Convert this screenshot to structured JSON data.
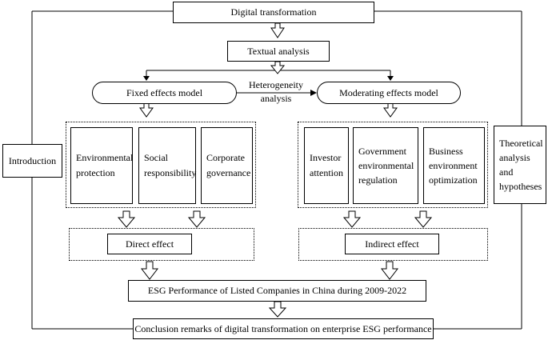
{
  "nodes": {
    "digital_transformation": "Digital transformation",
    "textual_analysis": "Textual analysis",
    "fixed_effects_model": "Fixed effects model",
    "heterogeneity_analysis_line1": "Heterogeneity",
    "heterogeneity_analysis_line2": "analysis",
    "moderating_effects_model": "Moderating effects model",
    "environmental_protection_line1": "Environmental",
    "environmental_protection_line2": "protection",
    "social_responsibility_line1": "Social",
    "social_responsibility_line2": "responsibility",
    "corporate_governance_line1": "Corporate",
    "corporate_governance_line2": "governance",
    "investor_attention_line1": "Investor",
    "investor_attention_line2": "attention",
    "government_environmental_regulation_line1": "Government",
    "government_environmental_regulation_line2": "environmental",
    "government_environmental_regulation_line3": "regulation",
    "business_environment_optimization_line1": "Business",
    "business_environment_optimization_line2": "environment",
    "business_environment_optimization_line3": "optimization",
    "direct_effect": "Direct effect",
    "indirect_effect": "Indirect effect",
    "esg_performance": "ESG Performance of Listed Companies in China during 2009-2022",
    "conclusion": "Conclusion remarks of digital transformation on enterprise ESG performance",
    "introduction": "Introduction",
    "theoretical_line1": "Theoretical",
    "theoretical_line2": "analysis",
    "theoretical_line3": "and",
    "theoretical_line4": "hypotheses"
  }
}
